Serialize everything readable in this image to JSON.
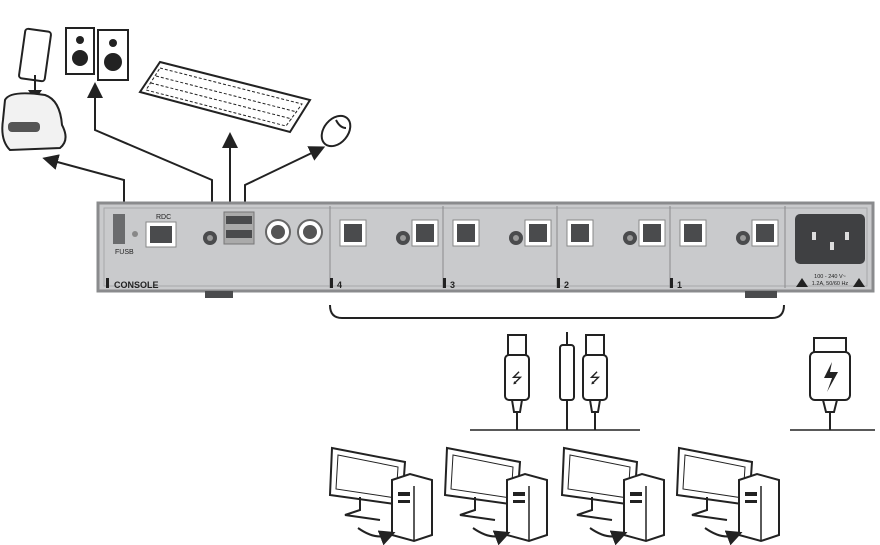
{
  "panel": {
    "console_label": "CONSOLE",
    "rdc_label": "RDC",
    "fusb_label": "FUSB",
    "ports": [
      {
        "label": "4"
      },
      {
        "label": "3"
      },
      {
        "label": "2"
      },
      {
        "label": "1"
      }
    ],
    "power_rating_line1": "100 - 240 V~",
    "power_rating_line2": "1.2A, 50/60 Hz"
  },
  "colors": {
    "panel": "#c9cacc",
    "panel_edge": "#8a8b8d",
    "dark": "#4a4b4d"
  }
}
